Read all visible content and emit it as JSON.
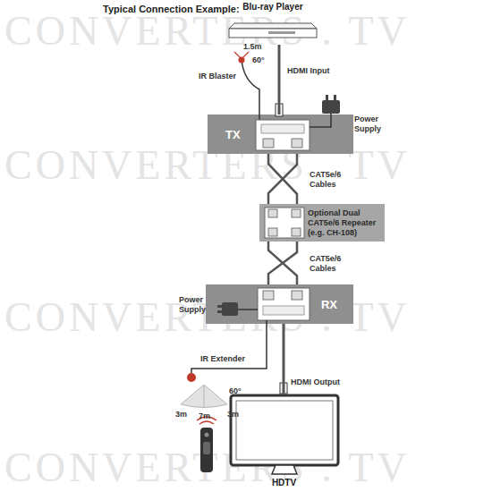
{
  "diagram": {
    "title": "Typical Connection Example:",
    "nodes": [
      {
        "text": [
          "Blu-ray Player"
        ]
      },
      {
        "text": [
          "TX"
        ]
      },
      {
        "text": [
          "Optional Dual CAT5e/6 Repeater (e.g. CH-108)"
        ]
      },
      {
        "text": [
          "RX"
        ]
      },
      {
        "text": [
          "HDTV"
        ]
      }
    ],
    "edges": [
      {
        "from": 0,
        "to": 1,
        "arrow": "none",
        "label": "HDMI Input"
      },
      {
        "from": 1,
        "to": 2,
        "arrow": "none",
        "label": "CAT5e/6 Cables"
      },
      {
        "from": 2,
        "to": 3,
        "arrow": "none",
        "label": "CAT5e/6 Cables"
      },
      {
        "from": 3,
        "to": 4,
        "arrow": "none",
        "label": "HDMI Output"
      }
    ],
    "labels": [
      "CONVERTERS . TV",
      "1.5m",
      "60°",
      "IR Blaster",
      "Power Supply",
      "CONVERTERS . TV",
      "Power Supply",
      "CONVERTERS . TV",
      "IR Extender",
      "60°",
      "3m",
      "7m",
      "3m",
      "CONVERTERS . TV"
    ]
  }
}
